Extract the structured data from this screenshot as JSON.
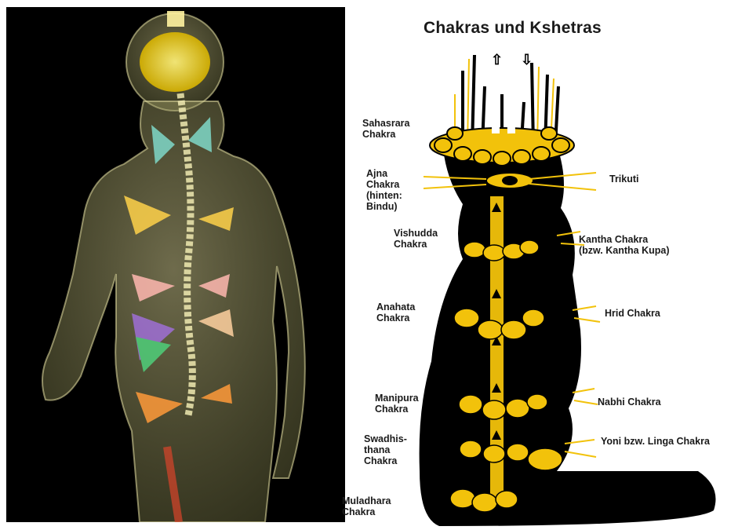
{
  "diagram": {
    "title": "Chakras und Kshetras",
    "left_labels": [
      {
        "id": "sahasrara",
        "lines": [
          "Sahasrara",
          "Chakra"
        ]
      },
      {
        "id": "ajna",
        "lines": [
          "Ajna",
          "Chakra",
          "(hinten:",
          "Bindu)"
        ]
      },
      {
        "id": "vishudda",
        "lines": [
          "Vishudda",
          "Chakra"
        ]
      },
      {
        "id": "anahata",
        "lines": [
          "Anahata",
          "Chakra"
        ]
      },
      {
        "id": "manipura",
        "lines": [
          "Manipura",
          "Chakra"
        ]
      },
      {
        "id": "swadhisthana",
        "lines": [
          "Swadhis-",
          "thana",
          "Chakra"
        ]
      },
      {
        "id": "muladhara",
        "lines": [
          "Muladhara",
          "Chakra"
        ]
      }
    ],
    "right_labels": [
      {
        "id": "trikuti",
        "lines": [
          "Trikuti"
        ]
      },
      {
        "id": "kantha",
        "lines": [
          "Kantha Chakra",
          "(bzw. Kantha Kupa)"
        ]
      },
      {
        "id": "hrid",
        "lines": [
          "Hrid Chakra"
        ]
      },
      {
        "id": "nabhi",
        "lines": [
          "Nabhi Chakra"
        ]
      },
      {
        "id": "yoni",
        "lines": [
          "Yoni bzw. Linga Chakra"
        ]
      }
    ],
    "colors": {
      "ink": "#1a1a1a",
      "gold": "#f2c20b",
      "body": "#000000"
    }
  }
}
